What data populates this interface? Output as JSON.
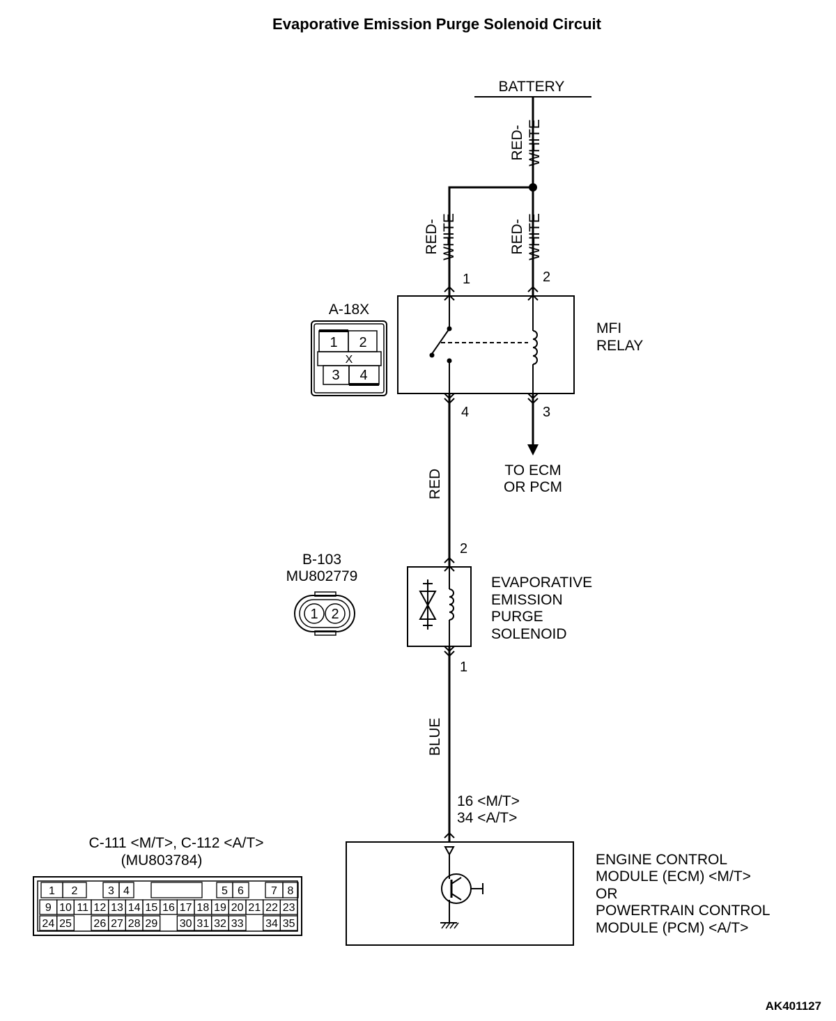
{
  "title": "Evaporative Emission Purge Solenoid Circuit",
  "battery": {
    "label": "BATTERY"
  },
  "wires": {
    "main_top": [
      "RED-",
      "WHITE"
    ],
    "relay_left": [
      "RED-",
      "WHITE"
    ],
    "relay_right": [
      "RED-",
      "WHITE"
    ],
    "relay_to_solenoid": "RED",
    "solenoid_to_ecm": "BLUE"
  },
  "relay": {
    "name": [
      "MFI",
      "RELAY"
    ],
    "pins": {
      "top_left": "1",
      "top_right": "2",
      "bottom_left": "4",
      "bottom_right": "3"
    },
    "connector": {
      "id": "A-18X",
      "cells": [
        "1",
        "2",
        "X",
        "3",
        "4"
      ]
    }
  },
  "to_ecm": [
    "TO ECM",
    "OR PCM"
  ],
  "solenoid": {
    "name": [
      "EVAPORATIVE",
      "EMISSION",
      "PURGE",
      "SOLENOID"
    ],
    "pins": {
      "top": "2",
      "bottom": "1"
    },
    "connector": {
      "id": "B-103",
      "part": "MU802779",
      "pins": [
        "1",
        "2"
      ]
    }
  },
  "ecm": {
    "pin_lines": [
      "16 <M/T>",
      "34 <A/T>"
    ],
    "name": [
      "ENGINE CONTROL",
      "MODULE (ECM) <M/T>",
      "OR",
      "POWERTRAIN CONTROL",
      "MODULE (PCM) <A/T>"
    ],
    "connector": {
      "id": "C-111 <M/T>, C-112 <A/T>",
      "part": "(MU803784)",
      "row1": [
        "1",
        "2",
        "",
        "3",
        "4",
        "",
        "",
        "",
        "5",
        "6",
        "",
        "7",
        "8"
      ],
      "row2": [
        "9",
        "10",
        "11",
        "12",
        "13",
        "14",
        "15",
        "16",
        "17",
        "18",
        "19",
        "20",
        "21",
        "22",
        "23"
      ],
      "row3": [
        "24",
        "25",
        "",
        "26",
        "27",
        "28",
        "29",
        "",
        "30",
        "31",
        "32",
        "33",
        "",
        "34",
        "35"
      ]
    }
  },
  "figure_code": "AK401127"
}
